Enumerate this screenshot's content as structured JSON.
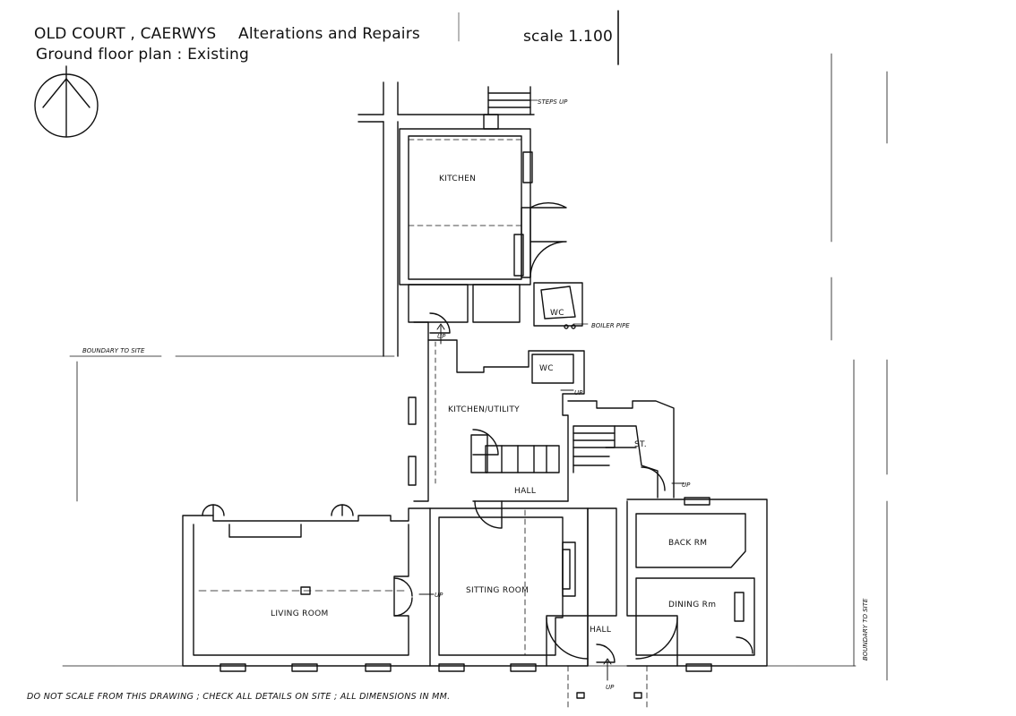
{
  "header": {
    "project": "OLD COURT , CAERWYS",
    "subject": "Alterations and Repairs",
    "scale": "scale 1.100",
    "plan": "Ground floor plan : Existing"
  },
  "rooms": {
    "kitchen": "KITCHEN",
    "wc_upper": "WC",
    "wc_lower": "WC",
    "kitchen_utility": "KITCHEN/UTILITY",
    "store": "ST.",
    "hall_centre": "HALL",
    "back_room": "BACK RM",
    "sitting_room": "SITTING ROOM",
    "dining_room": "DINING Rm",
    "living_room": "LIVING ROOM",
    "hall_entrance": "HALL"
  },
  "annotations": {
    "steps_up": "STEPS UP",
    "boiler_pipe": "BOILER PIPE",
    "boundary_left": "BOUNDARY TO SITE",
    "boundary_right": "BOUNDARY TO SITE",
    "up": "UP"
  },
  "footer": {
    "note": "DO NOT SCALE FROM THIS DRAWING ; CHECK ALL DETAILS ON SITE ; ALL DIMENSIONS IN MM."
  }
}
